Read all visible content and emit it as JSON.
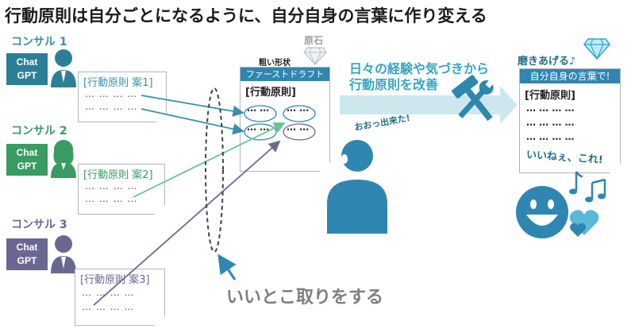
{
  "title": "行動原則は自分ごとになるように、自分自身の言葉に作り変える",
  "consultants": [
    {
      "label": "コンサル 1",
      "gpt": [
        "Chat",
        "GPT"
      ],
      "draft": "[行動原則 案1]",
      "color": "#3b8fa8",
      "gpt_color": "#2d7f95"
    },
    {
      "label": "コンサル 2",
      "gpt": [
        "Chat",
        "GPT"
      ],
      "draft": "[行動原則 案2]",
      "color": "#3a9b63",
      "gpt_color": "#3a9b63"
    },
    {
      "label": "コンサル 3",
      "gpt": [
        "Chat",
        "GPT"
      ],
      "draft": "[行動原則 案3]",
      "color": "#6b6793",
      "gpt_color": "#6b6793"
    }
  ],
  "dots_row": "… …  … …",
  "rough": {
    "stone": "原石",
    "shape": "粗い形状",
    "banner": "ファーストドラフト",
    "heading": "[行動原則]",
    "dots": "… …"
  },
  "arrow_text": [
    "日々の経験や気づきから",
    "行動原則を改善"
  ],
  "exclaim": "おおっ出来た!",
  "polish": "磨きあげる♪",
  "final": {
    "banner": "自分自身の言葉で!",
    "heading": "[行動原則]",
    "dots": "… …  … …",
    "comment": "いいねぇ、これ!"
  },
  "bottom_caption": "いいとこ取りをする",
  "icons": [
    "person-icon",
    "diamond-icon",
    "hammer-wrench-icon",
    "smiley-icon",
    "music-note-icon",
    "heart-icon"
  ]
}
